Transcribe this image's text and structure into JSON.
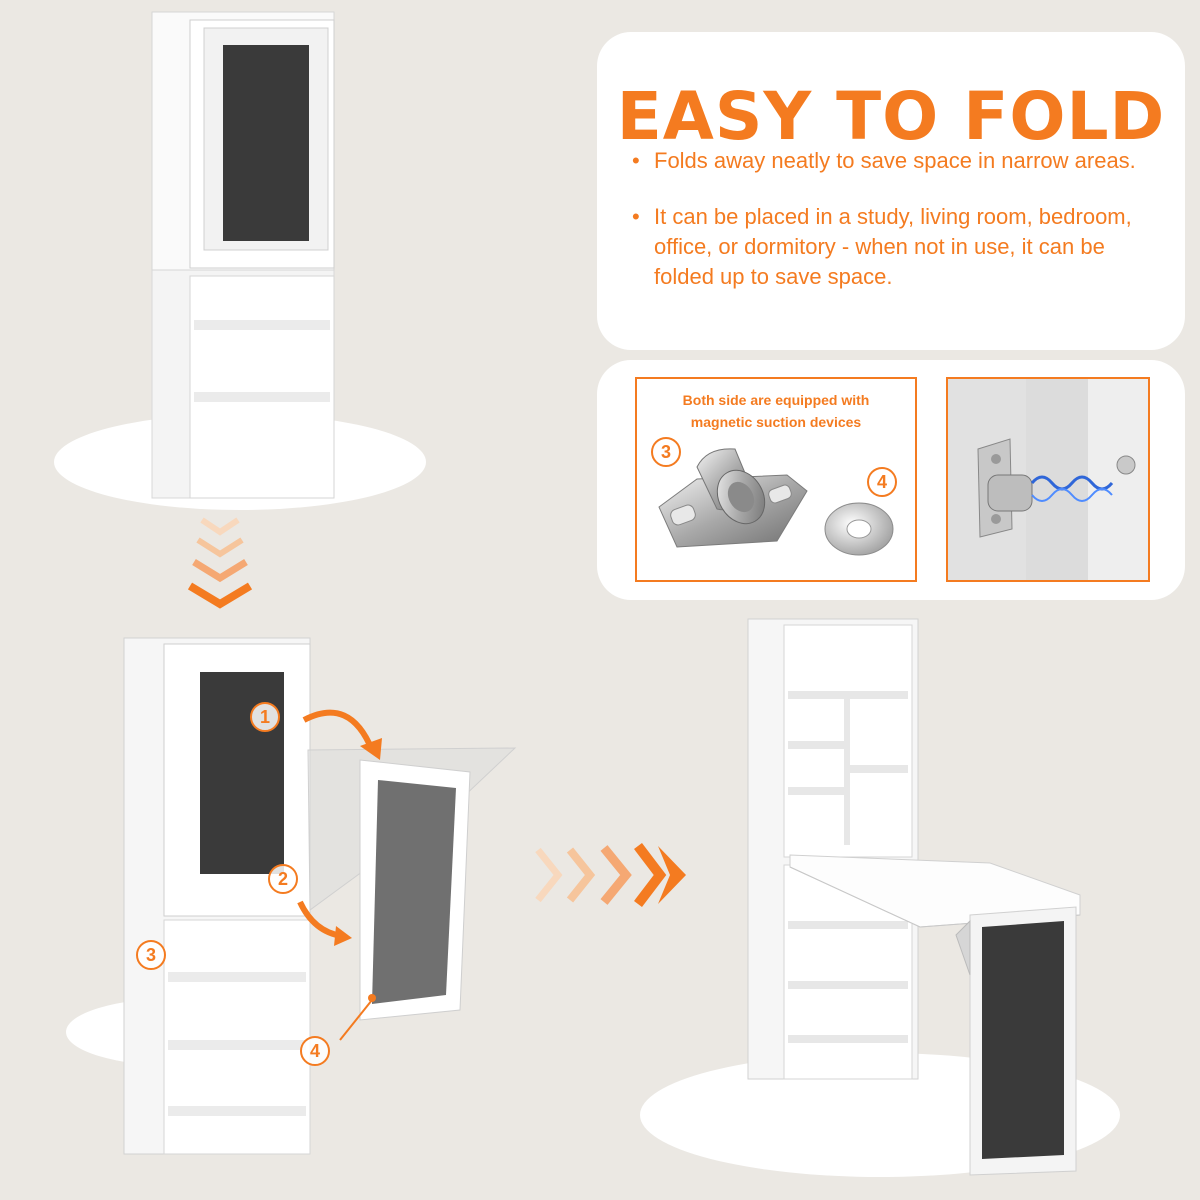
{
  "title": "EASY TO FOLD",
  "bullets": [
    "Folds away neatly to save space in narrow areas.",
    "It can be placed in a study, living room, bedroom, office, or dormitory - when not in use, it can be folded up to save space."
  ],
  "magnet_caption": "Both side are equipped with magnetic suction devices",
  "step_numbers": [
    "1",
    "2",
    "3",
    "4"
  ],
  "colors": {
    "accent": "#f47b20",
    "background": "#ebe8e3",
    "card": "#ffffff",
    "panel_dark": "#3a3a3a"
  }
}
